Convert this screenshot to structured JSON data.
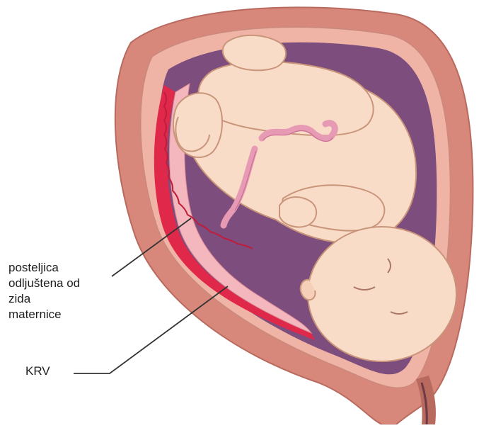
{
  "labels": {
    "placenta_lines": [
      "posteljica",
      "odljuštena od",
      "zida",
      "maternice"
    ],
    "blood": "KRV"
  },
  "colors": {
    "uterus_outer": "#c8746a",
    "uterus_wall": "#e8a99b",
    "cavity": "#7d4d7e",
    "blood": "#e0284a",
    "placenta": "#f3b7bd",
    "fetus_skin": "#f9dcc8",
    "fetus_outline": "#c9957a",
    "umbilical_cord": "#e79ab4",
    "leader_line": "#333333"
  }
}
